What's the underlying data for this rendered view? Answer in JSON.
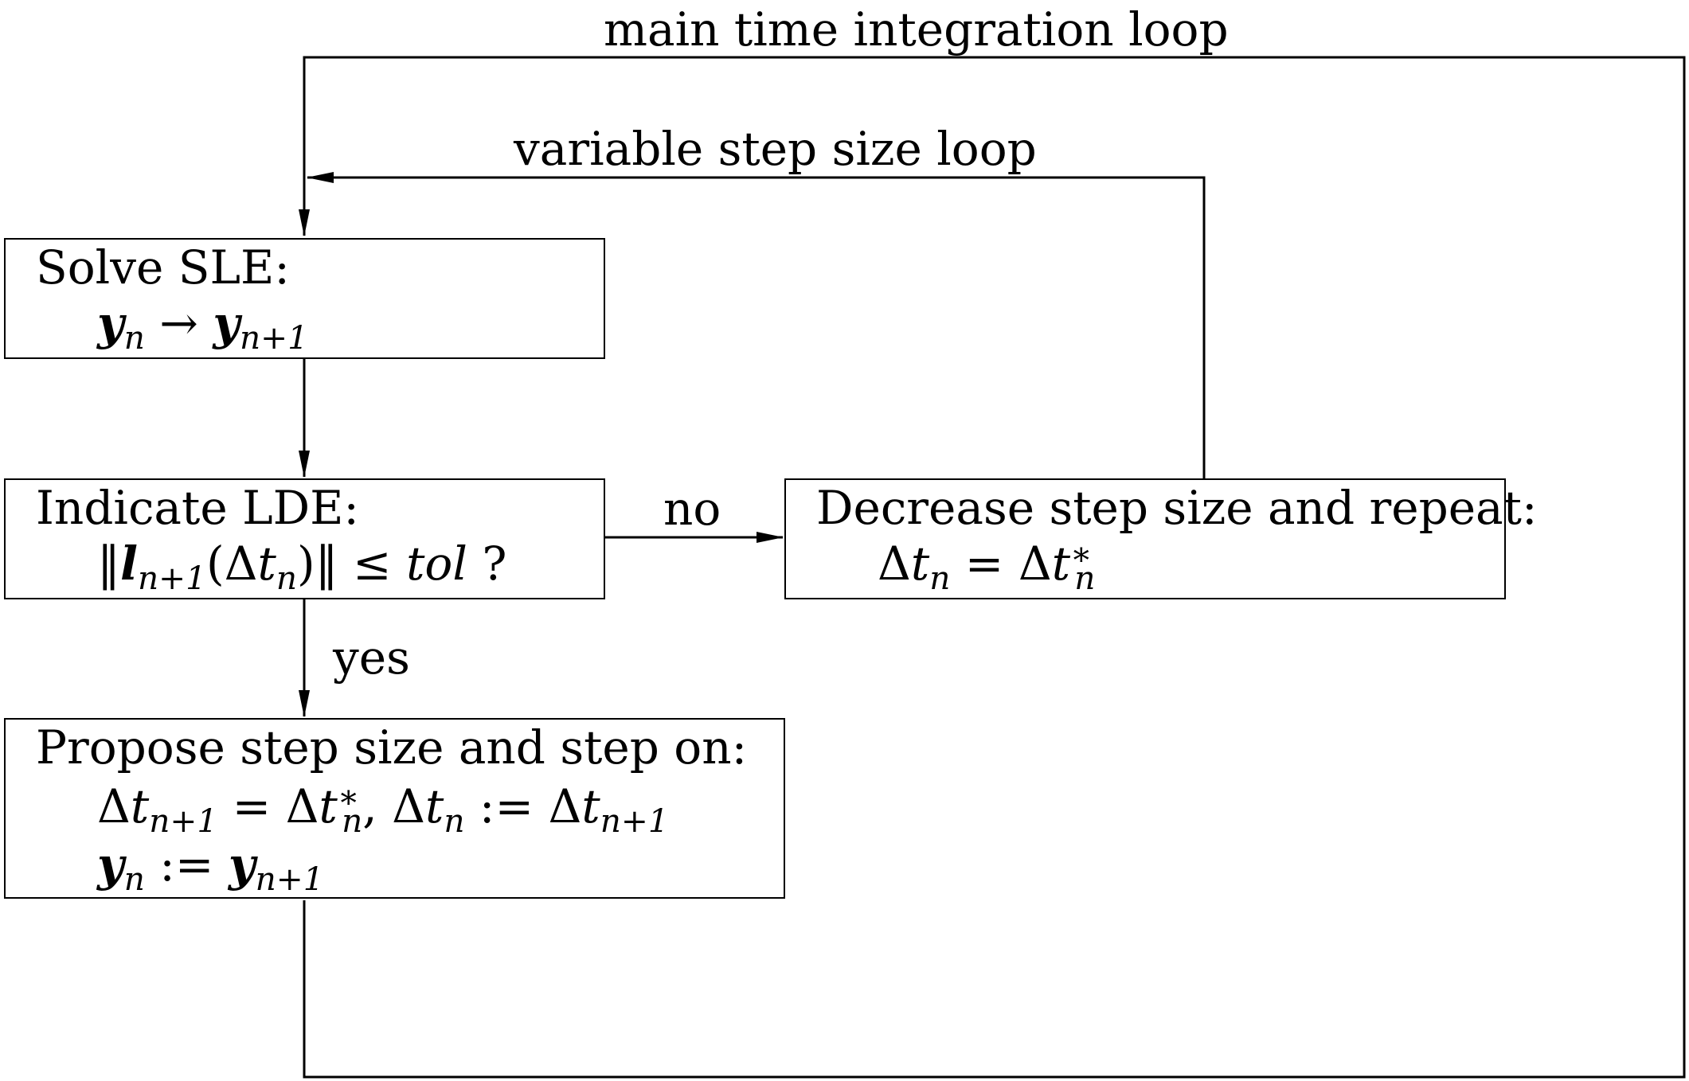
{
  "loops": {
    "main": "main time integration loop",
    "variable": "variable step size loop"
  },
  "edges": {
    "no": "no",
    "yes": "yes"
  },
  "boxes": {
    "solve": {
      "title": "Solve SLE:",
      "line1": {
        "y": "y",
        "n": "n",
        "arrow": "→",
        "n1": "n+1"
      }
    },
    "indicate": {
      "title": "Indicate LDE:",
      "line1": {
        "norm_open": "‖",
        "l": "l",
        "n1": "n+1",
        "paren_open": "(Δ",
        "t": "t",
        "n": "n",
        "paren_close": ")",
        "norm_close": "‖",
        "leq": "≤",
        "tol": "tol",
        "q": "?"
      }
    },
    "decrease": {
      "title": "Decrease step size and repeat:",
      "line1": {
        "delta": "Δ",
        "t": "t",
        "n": "n",
        "eq": "=",
        "delta2": "Δ",
        "t2": "t",
        "star": "∗",
        "n2": "n"
      }
    },
    "propose": {
      "title": "Propose step size and step on:",
      "line1": {
        "delta": "Δ",
        "t": "t",
        "n1": "n+1",
        "eq": "=",
        "delta2": "Δ",
        "t2": "t",
        "star": "∗",
        "n": "n",
        "comma": ",",
        "delta3": "Δ",
        "t3": "t",
        "n3": "n",
        "assign": ":=",
        "delta4": "Δ",
        "t4": "t",
        "n4": "n+1"
      },
      "line2": {
        "y": "y",
        "n": "n",
        "assign": ":=",
        "y2": "y",
        "n1": "n+1"
      }
    }
  }
}
